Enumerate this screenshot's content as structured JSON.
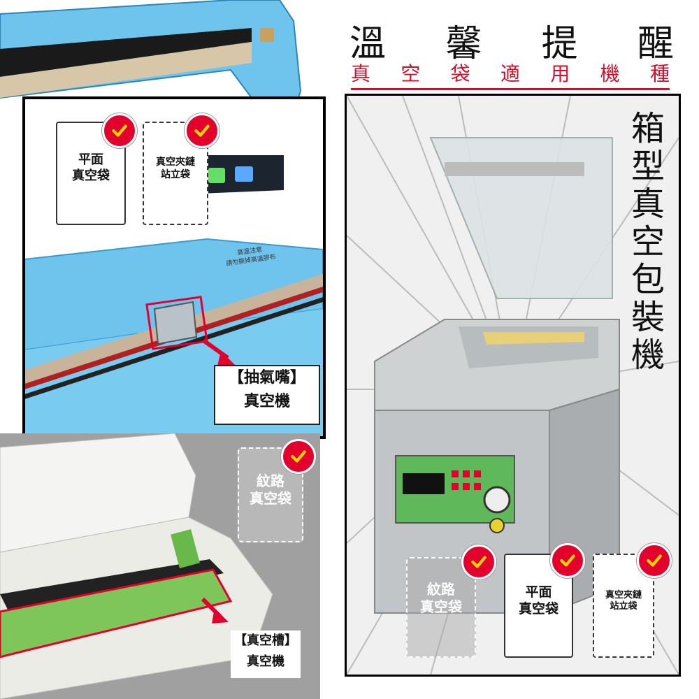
{
  "header": {
    "title_chars": [
      "溫",
      "馨",
      "提",
      "醒"
    ],
    "subtitle_chars": [
      "真",
      "空",
      "袋",
      "適",
      "用",
      "機",
      "種"
    ]
  },
  "left_top": {
    "bag_flat_label": "平面\n真空袋",
    "bag_stand_label": "真空夾鏈\n站立袋",
    "machine_tag": "高溫注意\n請勿撕掉高溫膠布",
    "caption_line1": "【抽氣嘴】",
    "caption_line2": "真空機"
  },
  "left_bottom": {
    "bag_textured_label": "紋路\n真空袋",
    "caption_line1": "【真空槽】",
    "caption_line2": "真空機"
  },
  "right": {
    "vertical_title_chars": [
      "箱",
      "型",
      "真",
      "空",
      "包",
      "裝",
      "機"
    ],
    "bag_textured_label": "紋路\n真空袋",
    "bag_flat_label": "平面\n真空袋",
    "bag_stand_label": "真空夾鏈\n站立袋"
  },
  "colors": {
    "accent_red": "#e3002c",
    "machine_blue": "#6fc4ee",
    "dark": "#111111"
  },
  "icons": {
    "check": "check-icon",
    "arrow": "arrow-icon"
  }
}
